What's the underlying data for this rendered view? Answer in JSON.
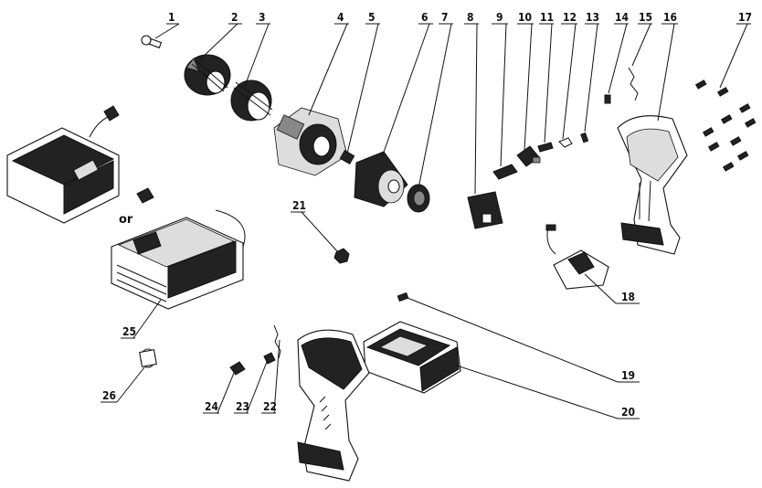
{
  "diagram": {
    "or_label": "or",
    "callouts": [
      "1",
      "2",
      "3",
      "4",
      "5",
      "6",
      "7",
      "8",
      "9",
      "10",
      "11",
      "12",
      "13",
      "14",
      "15",
      "16",
      "17",
      "18",
      "19",
      "20",
      "21",
      "22",
      "23",
      "24",
      "25",
      "26"
    ]
  }
}
